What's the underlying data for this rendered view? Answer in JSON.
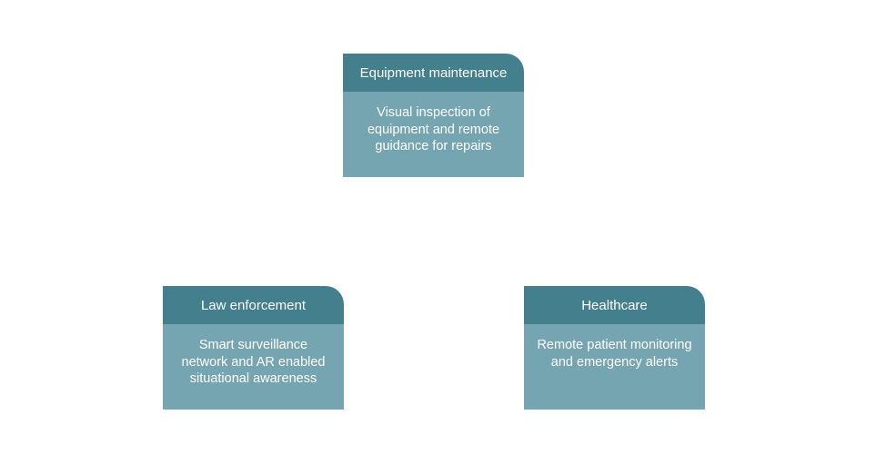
{
  "cards": [
    {
      "title": "Equipment maintenance",
      "description": "Visual inspection of equipment and remote guidance for repairs"
    },
    {
      "title": "Law enforcement",
      "description": "Smart surveillance network and AR enabled situational awareness"
    },
    {
      "title": "Healthcare",
      "description": "Remote patient monitoring and emergency alerts"
    }
  ],
  "colors": {
    "header": "#437f8c",
    "body": "#74a5b0",
    "text": "#ffffff",
    "background": "#ffffff"
  }
}
